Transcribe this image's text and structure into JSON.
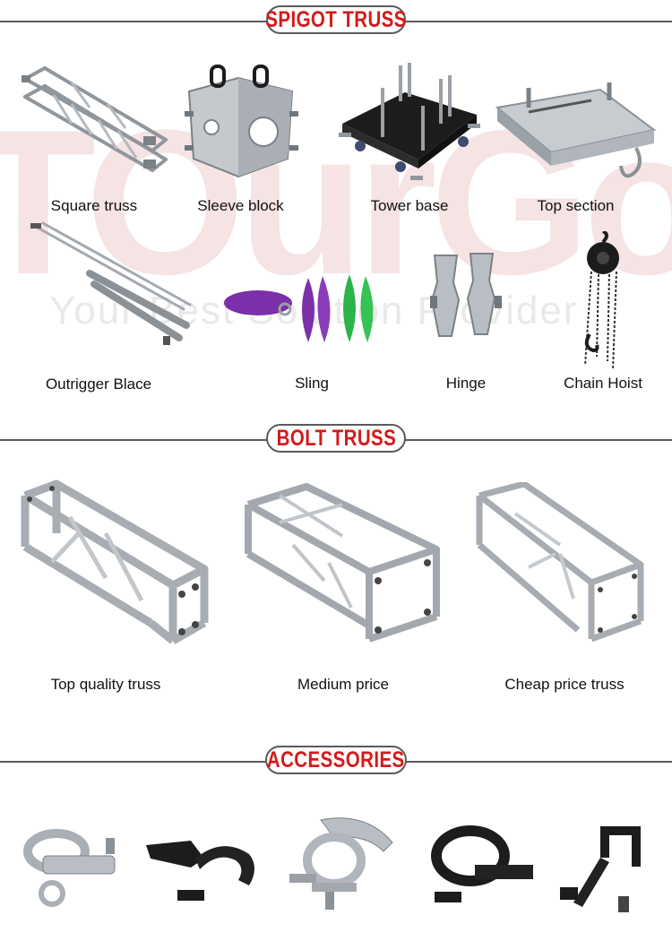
{
  "watermark": {
    "brand": "TOURGO",
    "tagline": "Your Best Solution Provider"
  },
  "sections": {
    "spigot": {
      "title": "SPIGOT TRUSS"
    },
    "bolt": {
      "title": "BOLT TRUSS"
    },
    "accessories": {
      "title": "ACCESSORIES"
    }
  },
  "spigot_items": [
    {
      "label": "Square truss"
    },
    {
      "label": "Sleeve block"
    },
    {
      "label": "Tower base"
    },
    {
      "label": "Top section"
    },
    {
      "label": "Outrigger Blace"
    },
    {
      "label": "Sling"
    },
    {
      "label": "Hinge"
    },
    {
      "label": "Chain Hoist"
    }
  ],
  "bolt_items": [
    {
      "label": "Top quality truss"
    },
    {
      "label": "Medium price"
    },
    {
      "label": "Cheap price truss"
    }
  ],
  "colors": {
    "accent": "#d41a1a",
    "line": "#5b5b5b",
    "metal": "#b9bec4",
    "metal_dark": "#6f767d",
    "black": "#1c1c1c",
    "sling_purple": "#7b2fa8",
    "sling_green": "#2db34a"
  }
}
